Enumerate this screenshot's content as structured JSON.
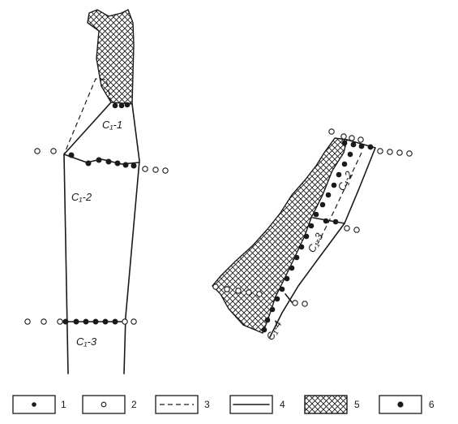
{
  "diagram": {
    "left_column": {
      "unit_labels": [
        "C₁-1",
        "C₁-2",
        "C₁-3"
      ]
    },
    "right_column": {
      "unit_labels": [
        "C₁-2",
        "C₁-3",
        "C₁-4"
      ]
    }
  },
  "legend": {
    "items": [
      {
        "number": "1",
        "symbol": "filled-dot-in-box"
      },
      {
        "number": "2",
        "symbol": "open-circle-in-box"
      },
      {
        "number": "3",
        "symbol": "dashed-line"
      },
      {
        "number": "4",
        "symbol": "solid-line"
      },
      {
        "number": "5",
        "symbol": "cross-hatch"
      },
      {
        "number": "6",
        "symbol": "large-filled-dot-in-box"
      }
    ]
  },
  "colors": {
    "ink": "#1a1a1a",
    "paper": "#ffffff"
  }
}
